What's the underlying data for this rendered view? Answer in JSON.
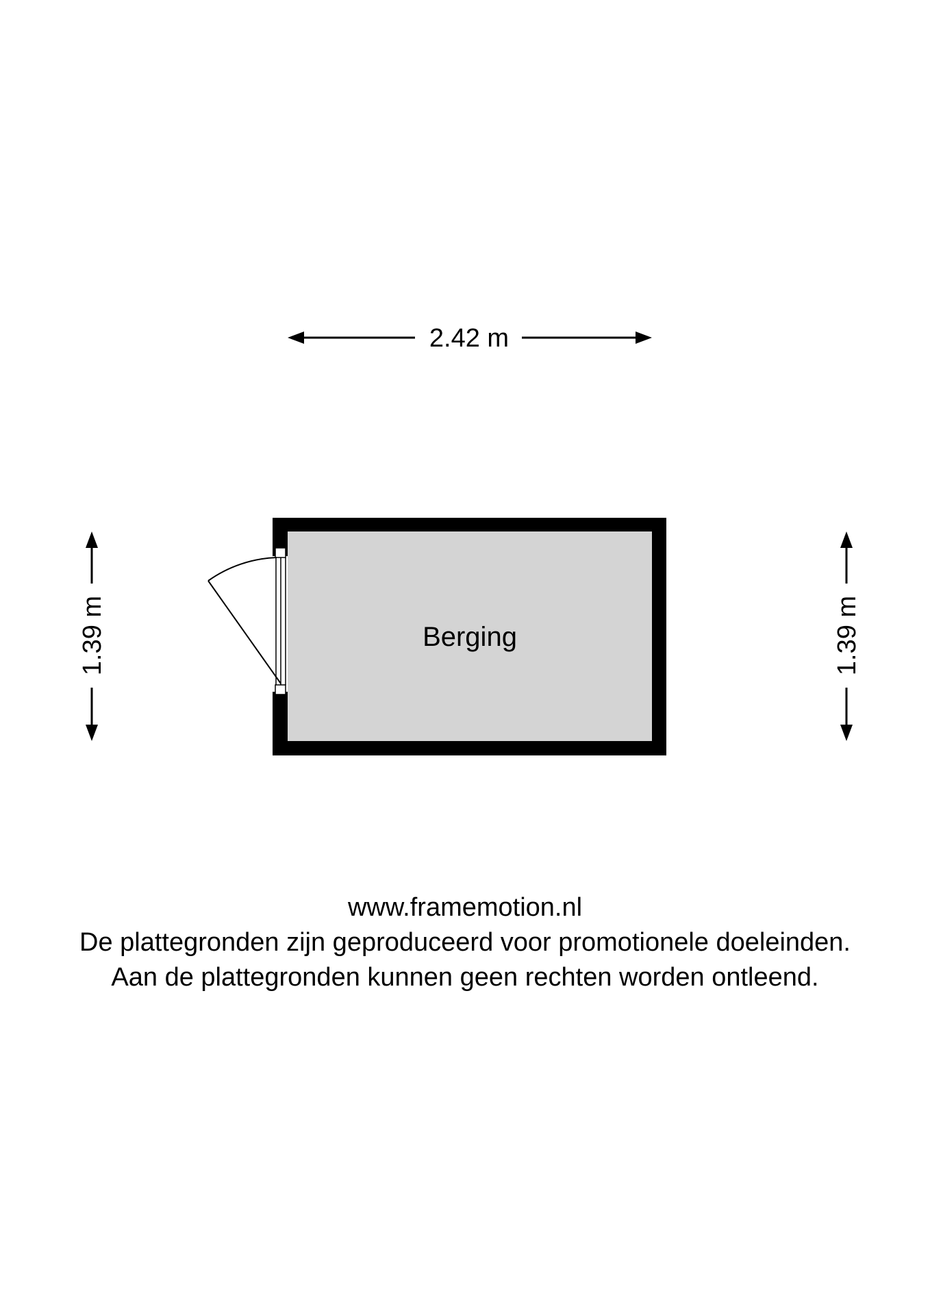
{
  "dimensions": {
    "width_label": "2.42 m",
    "height_left_label": "1.39 m",
    "height_right_label": "1.39 m"
  },
  "room": {
    "name": "Berging"
  },
  "footer": {
    "website": "www.framemotion.nl",
    "disclaimer_line1": "De plattegronden zijn geproduceerd voor promotionele doeleinden.",
    "disclaimer_line2": "Aan de plattegronden kunnen geen rechten worden ontleend."
  },
  "colors": {
    "wall": "#000000",
    "floor": "#d4d4d4",
    "background": "#ffffff"
  }
}
